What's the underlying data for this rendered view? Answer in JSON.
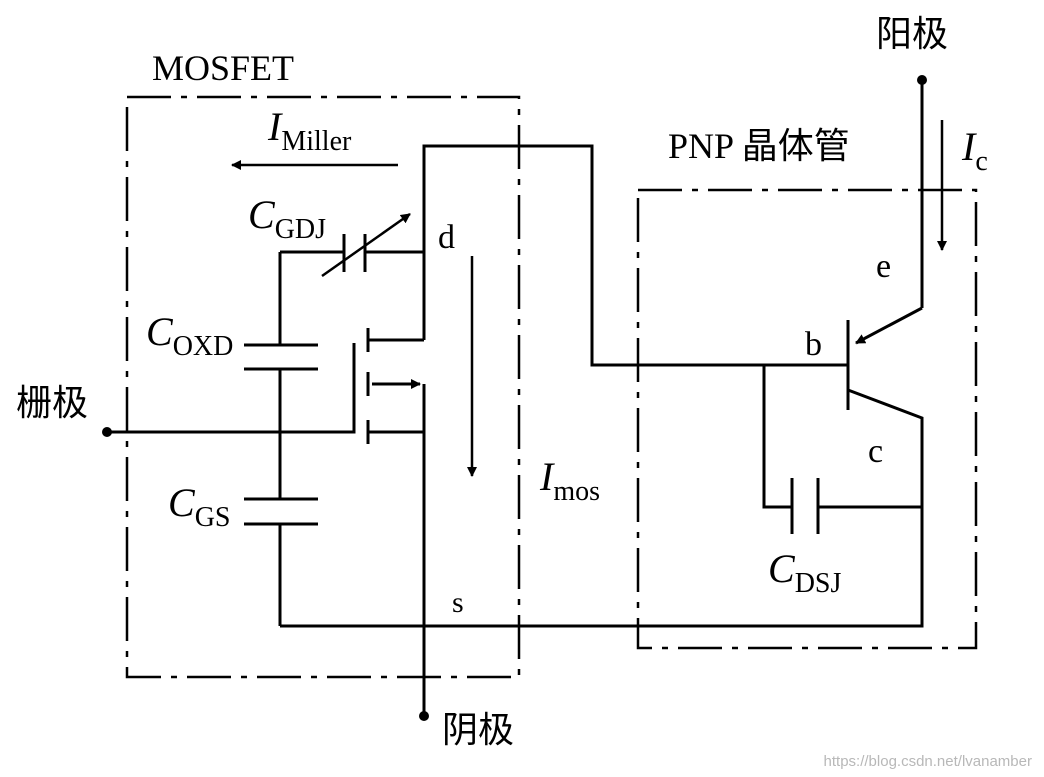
{
  "labels": {
    "mosfet_block": "MOSFET",
    "pnp_block": "PNP 晶体管",
    "anode": "阳极",
    "cathode": "阴极",
    "gate": "栅极",
    "drain": "d",
    "source": "s",
    "emitter": "e",
    "base": "b",
    "collector": "c"
  },
  "currents": {
    "miller": {
      "main": "I",
      "sub": "Miller"
    },
    "mos": {
      "main": "I",
      "sub": "mos"
    },
    "collector": {
      "main": "I",
      "sub": "c"
    }
  },
  "capacitors": {
    "gdj": {
      "main": "C",
      "sub": "GDJ"
    },
    "oxd": {
      "main": "C",
      "sub": "OXD"
    },
    "gs": {
      "main": "C",
      "sub": "GS"
    },
    "dsj": {
      "main": "C",
      "sub": "DSJ"
    }
  },
  "watermark": "https://blog.csdn.net/lvanamber"
}
